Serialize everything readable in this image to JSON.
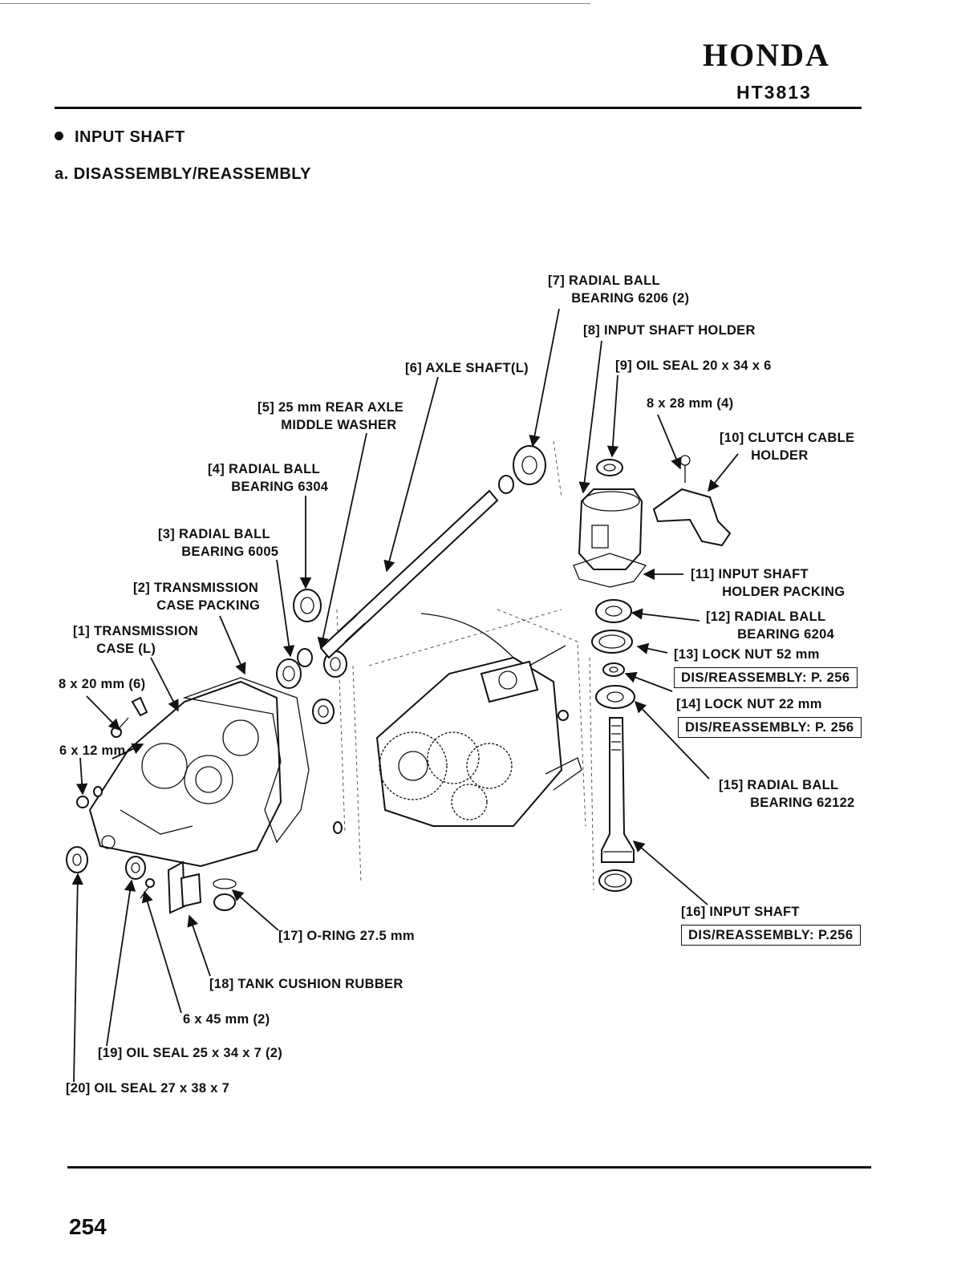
{
  "header": {
    "brand": "HONDA",
    "model": "HT3813"
  },
  "section": {
    "title": "INPUT SHAFT",
    "subtitle": "a. DISASSEMBLY/REASSEMBLY"
  },
  "labels": {
    "p1": "[1] TRANSMISSION\n      CASE (L)",
    "p2": "[2] TRANSMISSION\n      CASE PACKING",
    "p3": "[3] RADIAL BALL\n      BEARING 6005",
    "p4": "[4] RADIAL BALL\n      BEARING 6304",
    "p5": "[5] 25 mm REAR AXLE\n      MIDDLE WASHER",
    "p6": "[6] AXLE SHAFT(L)",
    "p7": "[7] RADIAL BALL\n      BEARING 6206 (2)",
    "p8": "[8] INPUT SHAFT HOLDER",
    "p9": "[9] OIL SEAL 20 x 34 x 6",
    "p10": "[10] CLUTCH CABLE\n        HOLDER",
    "p11": "[11] INPUT SHAFT\n        HOLDER PACKING",
    "p12": "[12] RADIAL BALL\n        BEARING 6204",
    "p13": "[13] LOCK NUT 52 mm",
    "p14": "[14] LOCK NUT 22 mm",
    "p15": "[15] RADIAL BALL\n        BEARING 62122",
    "p16": "[16] INPUT SHAFT",
    "p17": "[17] O-RING 27.5 mm",
    "p18": "[18] TANK CUSHION RUBBER",
    "p19": "[19] OIL SEAL 25 x 34 x 7 (2)",
    "p20": "[20] OIL SEAL 27 x 38 x 7",
    "bolt_8x28": "8 x 28 mm (4)",
    "bolt_8x20": "8 x 20 mm (6)",
    "bolt_6x12": "6 x 12 mm",
    "bolt_6x45": "6 x 45 mm (2)"
  },
  "references": {
    "ref13": "DIS/REASSEMBLY: P. 256",
    "ref14": "DIS/REASSEMBLY: P. 256",
    "ref16": "DIS/REASSEMBLY: P.256"
  },
  "footer": {
    "page_number": "254"
  }
}
